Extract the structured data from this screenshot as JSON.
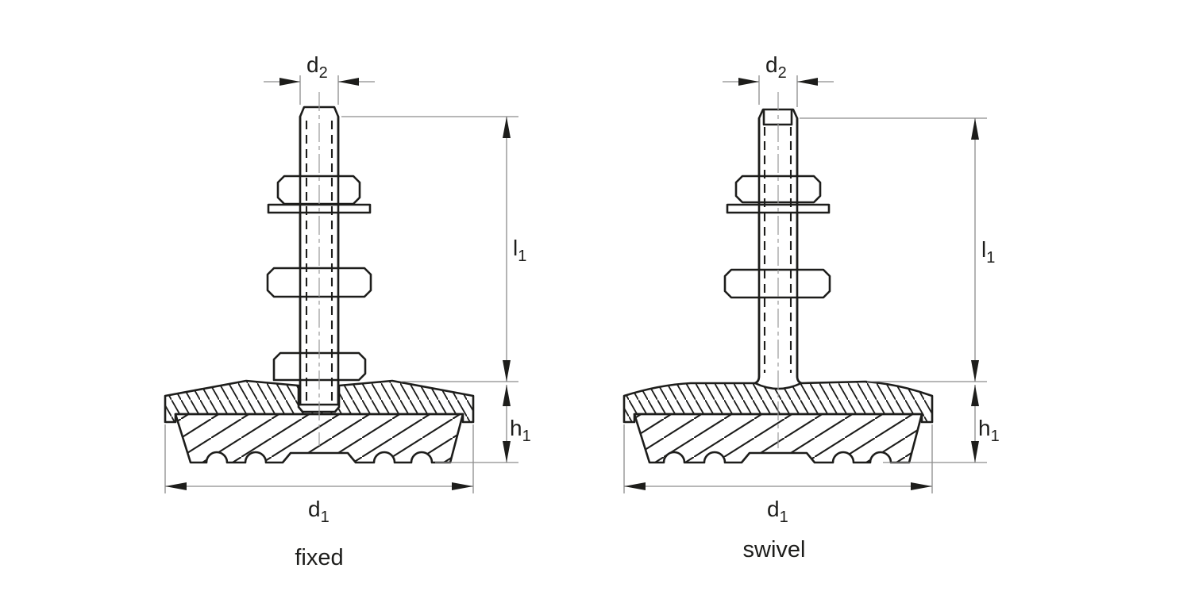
{
  "colors": {
    "line": "#1d1d1b",
    "dim": "#8c8c8c",
    "background": "#ffffff"
  },
  "dimensions": {
    "d2": {
      "base": "d",
      "sub": "2"
    },
    "l1": {
      "base": "l",
      "sub": "1"
    },
    "h1": {
      "base": "h",
      "sub": "1"
    },
    "d1": {
      "base": "d",
      "sub": "1"
    }
  },
  "figures": [
    {
      "caption": "fixed"
    },
    {
      "caption": "swivel"
    }
  ]
}
